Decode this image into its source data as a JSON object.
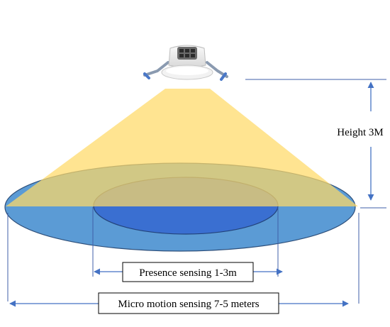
{
  "labels": {
    "height": "Height 3M",
    "presence": "Presence sensing 1-3m",
    "micro_motion": "Micro motion sensing 7-5 meters"
  },
  "colors": {
    "cone": "#ffe08a",
    "outer_ellipse": "#5b9bd5",
    "inner_ellipse": "#3a6fd1",
    "ellipse_stroke": "#2e4f7a",
    "arrow": "#4472c4",
    "guide_line": "#3f5fa8"
  },
  "icons": {
    "sensor": "ceiling-motion-sensor-icon"
  }
}
